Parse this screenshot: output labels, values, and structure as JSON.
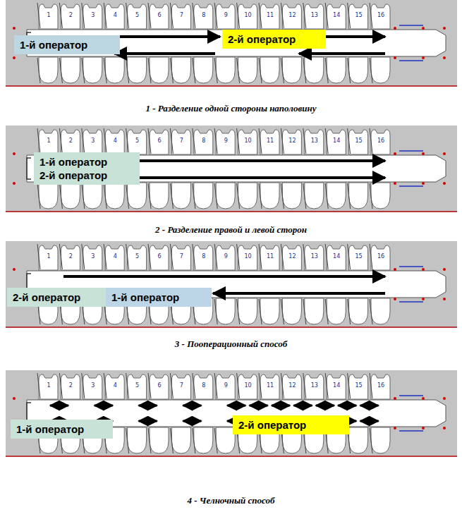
{
  "diagram": {
    "nodes": [
      {
        "text": [
          "1-й оператор"
        ]
      },
      {
        "text": [
          "2-й оператор"
        ]
      },
      {
        "text": [
          "1-й оператор",
          "2-й оператор"
        ]
      },
      {
        "text": [
          "2-й оператор"
        ]
      },
      {
        "text": [
          "1-й оператор"
        ]
      },
      {
        "text": [
          "1-й оператор"
        ]
      },
      {
        "text": [
          "2-й оператор"
        ]
      }
    ],
    "labels": [
      "1",
      "2",
      "3",
      "4",
      "5",
      "6",
      "7",
      "8",
      "9",
      "10",
      "11",
      "12",
      "13",
      "14",
      "15",
      "16",
      "1 - Разделение одной стороны наполовину",
      "1",
      "2",
      "3",
      "4",
      "5",
      "6",
      "7",
      "8",
      "9",
      "10",
      "11",
      "12",
      "13",
      "14",
      "15",
      "16",
      "2 - Разделение правой и левой сторон",
      "1",
      "2",
      "3",
      "4",
      "5",
      "6",
      "7",
      "8",
      "9",
      "10",
      "11",
      "12",
      "13",
      "14",
      "15",
      "16",
      "3 - Пооперационный способ",
      "1",
      "2",
      "3",
      "4",
      "5",
      "6",
      "7",
      "8",
      "9",
      "10",
      "11",
      "12",
      "13",
      "14",
      "15",
      "16",
      "4 - Челночный способ"
    ]
  }
}
